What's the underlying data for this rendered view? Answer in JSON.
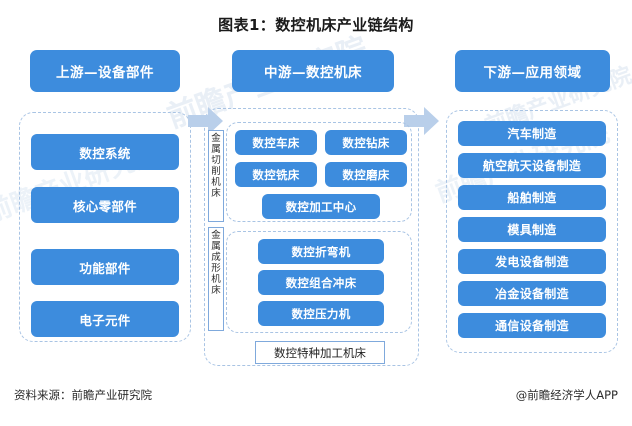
{
  "title": "图表1：数控机床产业链结构",
  "colors": {
    "pill_blue": "#3d8cdd",
    "arrow_blue": "#b9cfea",
    "dashed_border": "#a9c4e4",
    "text_dark": "#1a1a1a"
  },
  "stages": {
    "upstream": {
      "header": "上游—设备部件",
      "items": [
        "数控系统",
        "核心零部件",
        "功能部件",
        "电子元件"
      ]
    },
    "midstream": {
      "header": "中游—数控机床",
      "groups": [
        {
          "vertical_label": "金属切削机床",
          "items": [
            "数控车床",
            "数控钻床",
            "数控铣床",
            "数控磨床",
            "数控加工中心"
          ]
        },
        {
          "vertical_label": "金属成形机床",
          "items": [
            "数控折弯机",
            "数控组合冲床",
            "数控压力机"
          ]
        }
      ],
      "special": "数控特种加工机床"
    },
    "downstream": {
      "header": "下游—应用领域",
      "items": [
        "汽车制造",
        "航空航天设备制造",
        "船舶制造",
        "模具制造",
        "发电设备制造",
        "冶金设备制造",
        "通信设备制造"
      ]
    }
  },
  "arrows": {
    "first": "arrow-right-icon",
    "second": "arrow-right-icon"
  },
  "footer": {
    "source": "资料来源：前瞻产业研究院",
    "brand": "@前瞻经济学人APP"
  },
  "watermark": {
    "text": "前瞻产业研究院"
  }
}
